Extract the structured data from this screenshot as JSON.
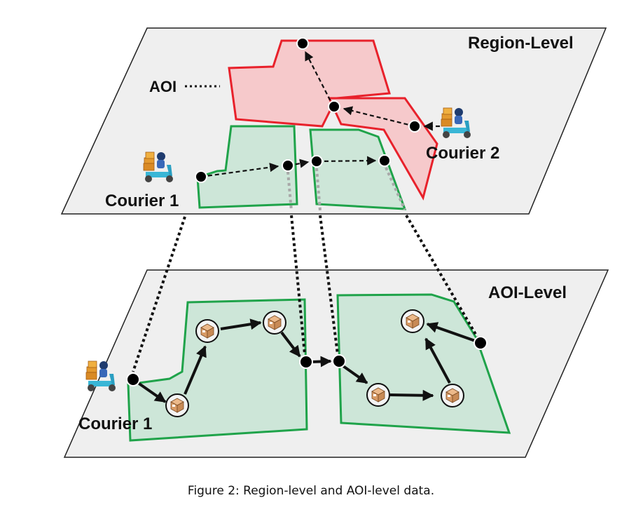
{
  "labels": {
    "region_level": "Region-Level",
    "aoi_level": "AOI-Level",
    "aoi_marker": "AOI",
    "courier1_top": "Courier 1",
    "courier2": "Courier 2",
    "courier1_bottom": "Courier 1"
  },
  "caption": "Figure 2: Region-level and AOI-level data.",
  "colors": {
    "plane_fill": "#efefef",
    "plane_stroke": "#222222",
    "green_fill": "#cde6d8",
    "green_stroke": "#1fa34a",
    "red_fill": "#f6c9cb",
    "red_stroke": "#e8212b"
  },
  "icons": [
    "courier-scooter-icon",
    "parcel-box-icon"
  ]
}
